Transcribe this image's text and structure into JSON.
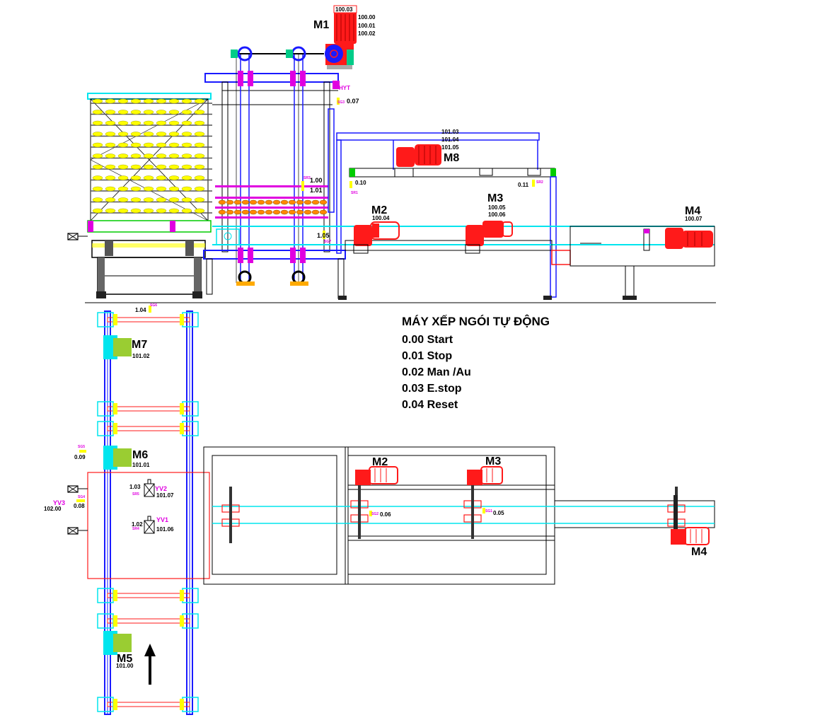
{
  "title": "MÁY XẾP NGÓI TỰ ĐỘNG",
  "io_legend": [
    {
      "addr": "0.00",
      "label": "Start"
    },
    {
      "addr": "0.01",
      "label": "Stop"
    },
    {
      "addr": "0.02",
      "label": "Man /Au"
    },
    {
      "addr": "0.03",
      "label": "E.stop"
    },
    {
      "addr": "0.04",
      "label": "Reset"
    }
  ],
  "motors": {
    "m1": {
      "label": "M1",
      "addr_box": "100.03",
      "addrs": [
        "100.00",
        "100.01",
        "100.02"
      ]
    },
    "m2_side": {
      "label": "M2",
      "addr": "100.04"
    },
    "m3_side": {
      "label": "M3",
      "addrs": [
        "100.05",
        "100.06"
      ]
    },
    "m4_side": {
      "label": "M4",
      "addr": "100.07"
    },
    "m8": {
      "label": "M8",
      "addrs": [
        "101.03",
        "101.04",
        "101.05"
      ]
    },
    "m7": {
      "label": "M7",
      "addr": "101.02"
    },
    "m6": {
      "label": "M6",
      "addr": "101.01"
    },
    "m5": {
      "label": "M5",
      "addr": "101.00"
    },
    "m2_top": {
      "label": "M2"
    },
    "m3_top": {
      "label": "M3"
    },
    "m4_top": {
      "label": "M4"
    }
  },
  "valves": {
    "yv1": {
      "label": "YV1",
      "addr": "101.06",
      "input": "1.02"
    },
    "yv2": {
      "label": "YV2",
      "addr": "101.07",
      "input": "1.03"
    },
    "yv3": {
      "label": "YV3",
      "addr": "102.00"
    }
  },
  "sensors": {
    "hyt": {
      "tag": "HYT"
    },
    "sg3": {
      "tag": "SG3",
      "addr": "0.07"
    },
    "sr3_a": {
      "tag": "SR3",
      "addr": "1.00"
    },
    "sr3_b": {
      "addr": "1.01"
    },
    "sr1": {
      "tag": "SR1",
      "addr": "0.10"
    },
    "sr2": {
      "tag": "SR2",
      "addr": "0.11"
    },
    "sg7": {
      "tag": "SG7",
      "addr": "1.05"
    },
    "sg6": {
      "tag": "SG6",
      "addr": "1.04"
    },
    "sg5": {
      "tag": "SG5",
      "addr": "0.09"
    },
    "sg4": {
      "tag": "SG4",
      "addr": "0.08"
    },
    "sr5": {
      "tag": "SR5"
    },
    "sr4": {
      "tag": "SR4"
    },
    "sg2": {
      "tag": "SG2",
      "addr": "0.06"
    },
    "sg1": {
      "tag": "SG1",
      "addr": "0.05"
    }
  },
  "colors": {
    "motor_red": "#ff1a1a",
    "motor_green": "#9acd32",
    "frame_blue": "#1a1aff",
    "conveyor_cyan": "#00e5ee",
    "magenta": "#e000e0",
    "yellow": "#ffff00",
    "dark": "#000000",
    "gray": "#555555"
  }
}
